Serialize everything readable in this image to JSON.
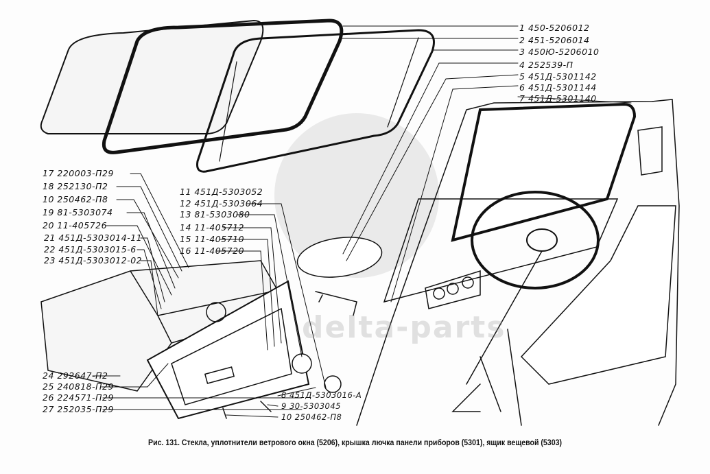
{
  "figure": {
    "caption": "Рис. 131. Стекла, уплотнители ветрового окна (5206), крышка лючка панели приборов (5301), ящик вещевой (5303)",
    "watermark": "delta-parts"
  },
  "labels_right": [
    {
      "num": "1",
      "part": "450-5206012"
    },
    {
      "num": "2",
      "part": "451-5206014"
    },
    {
      "num": "3",
      "part": "450Ю-5206010"
    },
    {
      "num": "4",
      "part": "252539-П"
    },
    {
      "num": "5",
      "part": "451Д-5301142"
    },
    {
      "num": "6",
      "part": "451Д-5301144"
    },
    {
      "num": "7",
      "part": "451Д-5301140"
    }
  ],
  "labels_left": [
    {
      "num": "17",
      "part": "220003-П29"
    },
    {
      "num": "18",
      "part": "252130-П2"
    },
    {
      "num": "10",
      "part": "250462-П8"
    },
    {
      "num": "19",
      "part": "81-5303074"
    },
    {
      "num": "20",
      "part": "11-405726"
    },
    {
      "num": "21",
      "part": "451Д-5303014-11"
    },
    {
      "num": "22",
      "part": "451Д-5303015-6"
    },
    {
      "num": "23",
      "part": "451Д-5303012-02"
    }
  ],
  "labels_middle": [
    {
      "num": "11",
      "part": "451Д-5303052"
    },
    {
      "num": "12",
      "part": "451Д-5303064"
    },
    {
      "num": "13",
      "part": "81-5303080"
    },
    {
      "num": "14",
      "part": "11-405712"
    },
    {
      "num": "15",
      "part": "11-405710"
    },
    {
      "num": "16",
      "part": "11-405720"
    }
  ],
  "labels_bottom_left": [
    {
      "num": "24",
      "part": "292647-П2"
    },
    {
      "num": "25",
      "part": "240818-П29"
    },
    {
      "num": "26",
      "part": "224571-П29"
    },
    {
      "num": "27",
      "part": "252035-П29"
    }
  ],
  "labels_bottom_right": [
    {
      "num": "8",
      "part": "451Д-5303016-А"
    },
    {
      "num": "9",
      "part": "30-5303045"
    },
    {
      "num": "10",
      "part": "250462-П8"
    }
  ]
}
